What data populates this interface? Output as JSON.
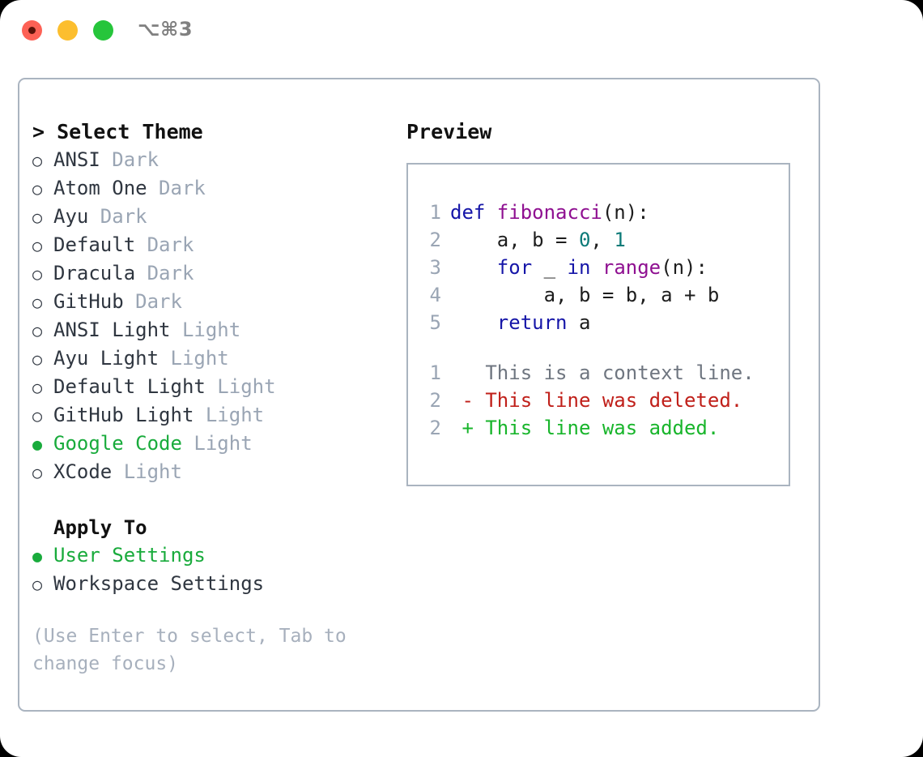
{
  "window": {
    "shortcut_hint": "⌥⌘3",
    "traffic_lights": [
      {
        "name": "close",
        "color": "#fd6155"
      },
      {
        "name": "minimize",
        "color": "#fcbe2e"
      },
      {
        "name": "zoom",
        "color": "#26c53b"
      }
    ]
  },
  "theme_picker": {
    "title": "> Select Theme",
    "marker_selected": "●",
    "marker_unselected": "○",
    "options": [
      {
        "label": "ANSI",
        "variant": "Dark",
        "selected": false
      },
      {
        "label": "Atom One",
        "variant": "Dark",
        "selected": false
      },
      {
        "label": "Ayu",
        "variant": "Dark",
        "selected": false
      },
      {
        "label": "Default",
        "variant": "Dark",
        "selected": false
      },
      {
        "label": "Dracula",
        "variant": "Dark",
        "selected": false
      },
      {
        "label": "GitHub",
        "variant": "Dark",
        "selected": false
      },
      {
        "label": "ANSI Light",
        "variant": "Light",
        "selected": false
      },
      {
        "label": "Ayu Light",
        "variant": "Light",
        "selected": false
      },
      {
        "label": "Default Light",
        "variant": "Light",
        "selected": false
      },
      {
        "label": "GitHub Light",
        "variant": "Light",
        "selected": false
      },
      {
        "label": "Google Code",
        "variant": "Light",
        "selected": true
      },
      {
        "label": "XCode",
        "variant": "Light",
        "selected": false
      }
    ]
  },
  "apply_to": {
    "title": "Apply To",
    "options": [
      {
        "label": "User Settings",
        "selected": true
      },
      {
        "label": "Workspace Settings",
        "selected": false
      }
    ]
  },
  "hint": "(Use Enter to select, Tab to change focus)",
  "preview": {
    "title": "Preview",
    "code_lines": [
      {
        "number": "1",
        "tokens": [
          {
            "text": "def ",
            "kind": "kw"
          },
          {
            "text": "fibonacci",
            "kind": "fn"
          },
          {
            "text": "(n):",
            "kind": "plain"
          }
        ]
      },
      {
        "number": "2",
        "tokens": [
          {
            "text": "    a, b = ",
            "kind": "plain"
          },
          {
            "text": "0",
            "kind": "num"
          },
          {
            "text": ", ",
            "kind": "plain"
          },
          {
            "text": "1",
            "kind": "num"
          }
        ]
      },
      {
        "number": "3",
        "tokens": [
          {
            "text": "    ",
            "kind": "plain"
          },
          {
            "text": "for",
            "kind": "kw"
          },
          {
            "text": " _ ",
            "kind": "plain"
          },
          {
            "text": "in",
            "kind": "kw"
          },
          {
            "text": " ",
            "kind": "plain"
          },
          {
            "text": "range",
            "kind": "fn"
          },
          {
            "text": "(n):",
            "kind": "plain"
          }
        ]
      },
      {
        "number": "4",
        "tokens": [
          {
            "text": "        a, b = b, a + b",
            "kind": "plain"
          }
        ]
      },
      {
        "number": "5",
        "tokens": [
          {
            "text": "    ",
            "kind": "plain"
          },
          {
            "text": "return",
            "kind": "kw"
          },
          {
            "text": " a",
            "kind": "plain"
          }
        ]
      }
    ],
    "diff_lines": [
      {
        "number": "1",
        "sign": " ",
        "text": " This is a context line.",
        "kind": "ctx"
      },
      {
        "number": "2",
        "sign": "-",
        "text": " This line was deleted.",
        "kind": "del"
      },
      {
        "number": "2",
        "sign": "+",
        "text": " This line was added.",
        "kind": "add"
      }
    ]
  },
  "colors": {
    "accent_green": "#19ab3c",
    "muted": "#9aa5b4",
    "border": "#aab4c0",
    "keyword": "#1616a8",
    "function": "#8f1091",
    "number": "#0c7a78",
    "diff_add": "#18b52b",
    "diff_del": "#c0201a",
    "diff_ctx": "#6f7680"
  }
}
